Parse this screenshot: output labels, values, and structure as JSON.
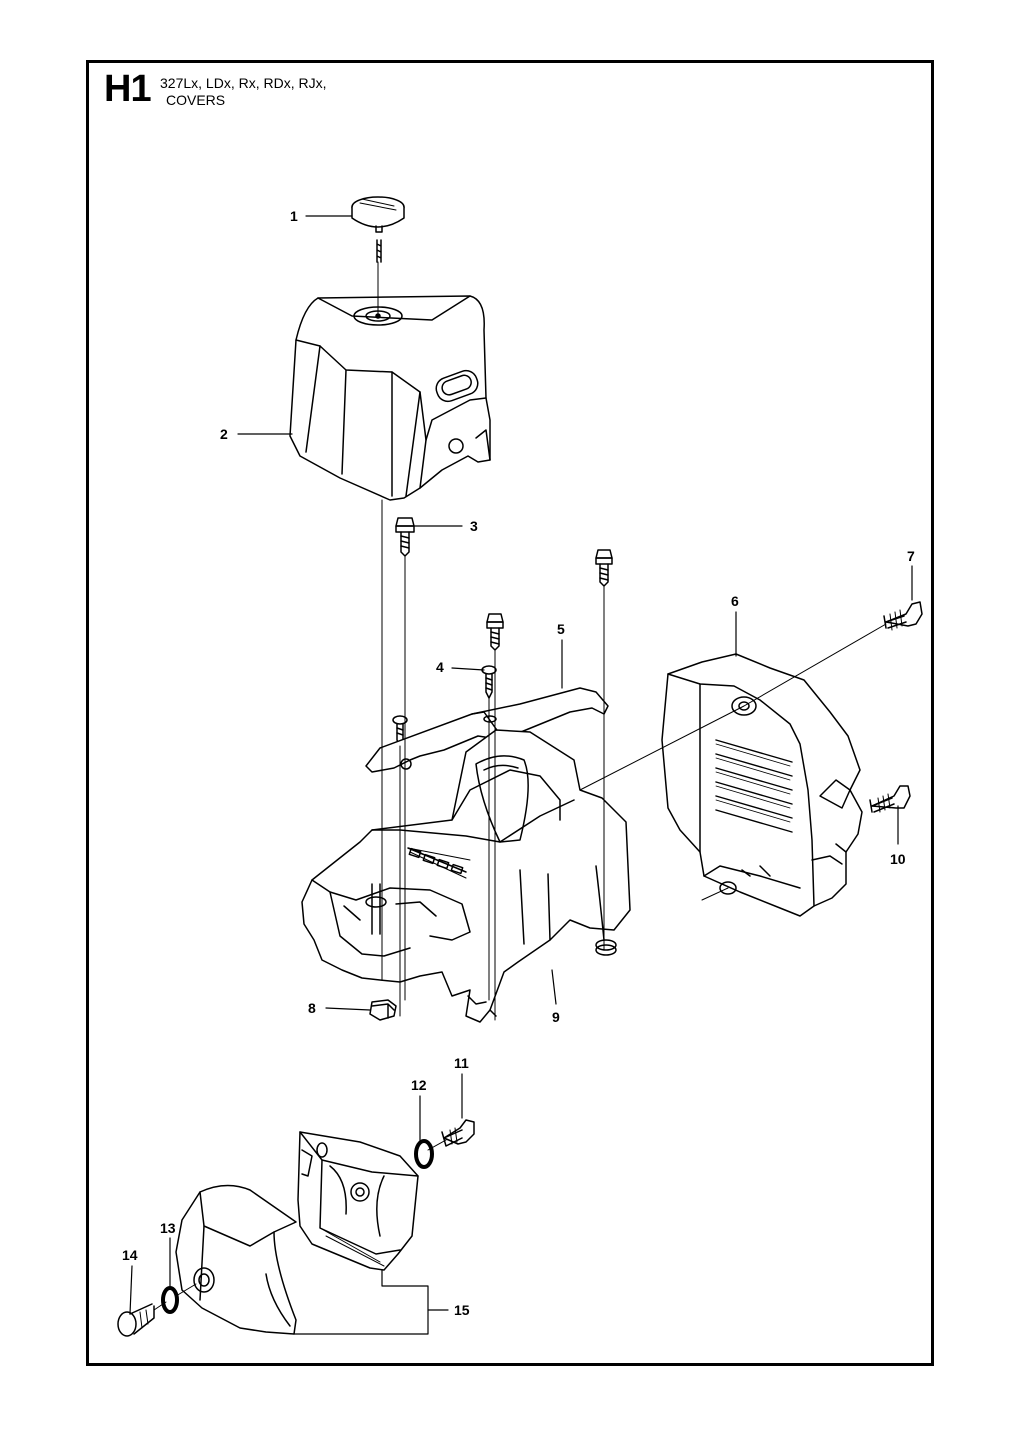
{
  "header": {
    "section_code": "H1",
    "models": "327Lx, LDx, Rx, RDx, RJx,",
    "title": "COVERS"
  },
  "callouts": [
    "1",
    "2",
    "3",
    "4",
    "5",
    "6",
    "7",
    "8",
    "9",
    "10",
    "11",
    "12",
    "13",
    "14",
    "15"
  ]
}
